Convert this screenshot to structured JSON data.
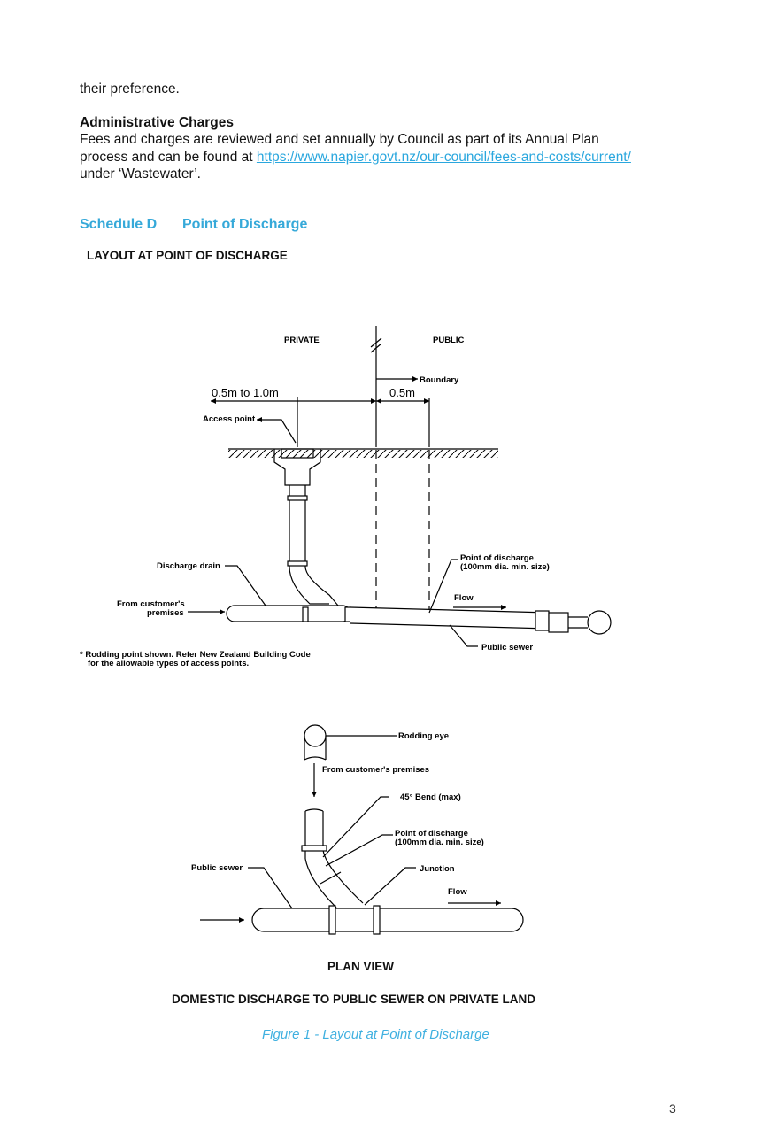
{
  "top_text": "their preference.",
  "admin": {
    "heading": "Administrative Charges",
    "line1": "Fees and charges are reviewed and set annually by Council as part of its Annual Plan",
    "line2_prefix": "process and can be found at ",
    "link": "https://www.napier.govt.nz/our-council/fees-and-costs/current/",
    "line3": "under ‘Wastewater’."
  },
  "schedule": {
    "label": "Schedule D",
    "title": "Point of Discharge"
  },
  "layout_title": "LAYOUT AT POINT OF DISCHARGE",
  "section_view": {
    "private": "PRIVATE",
    "public": "PUBLIC",
    "boundary": "Boundary",
    "dim_left": "0.5m to 1.0m",
    "dim_right": "0.5m",
    "access_point": "Access point",
    "discharge_drain": "Discharge drain",
    "point_of_discharge_1": "Point of discharge",
    "point_of_discharge_2": "(100mm dia. min. size)",
    "flow": "Flow",
    "from_customers_1": "From customer's",
    "from_customers_2": "premises",
    "public_sewer": "Public sewer",
    "note_1": "* Rodding point shown. Refer New Zealand Building Code",
    "note_2": "for the allowable types of access points."
  },
  "plan_view": {
    "rodding_eye": "Rodding eye",
    "from_customers": "From customer's premises",
    "bend": "45° Bend (max)",
    "point_of_discharge_1": "Point of discharge",
    "point_of_discharge_2": "(100mm dia. min. size)",
    "public_sewer": "Public sewer",
    "junction": "Junction",
    "flow": "Flow",
    "title": "PLAN VIEW"
  },
  "drawing_title": "DOMESTIC DISCHARGE TO PUBLIC SEWER ON PRIVATE LAND",
  "figure_caption": "Figure 1 - Layout at Point of Discharge",
  "page_number": "3"
}
